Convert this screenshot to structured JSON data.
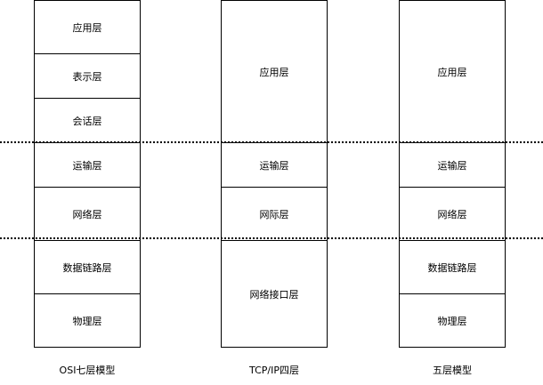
{
  "osi": {
    "layers": [
      "应用层",
      "表示层",
      "会话层",
      "运输层",
      "网络层",
      "数据链路层",
      "物理层"
    ],
    "caption": "OSI七层模型"
  },
  "tcpip": {
    "layers": [
      "应用层",
      "运输层",
      "网际层",
      "网络接口层"
    ],
    "caption": "TCP/IP四层"
  },
  "five": {
    "layers": [
      "应用层",
      "运输层",
      "网络层",
      "数据链路层",
      "物理层"
    ],
    "caption": "五层模型"
  }
}
